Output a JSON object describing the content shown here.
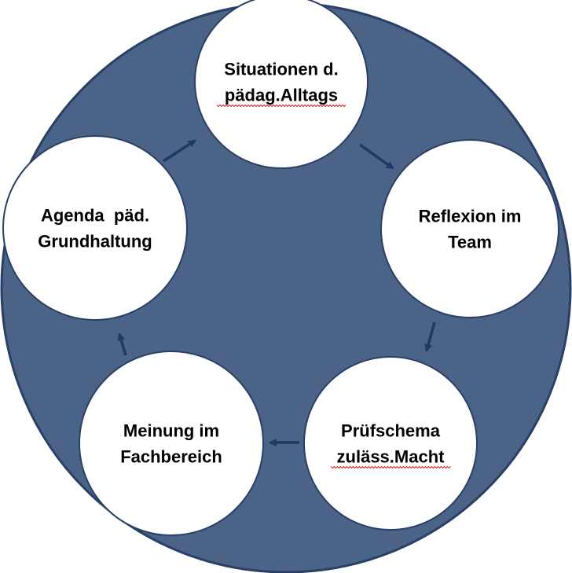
{
  "colors": {
    "outer_fill": "#4c6388",
    "outer_stroke": "#2a3f66",
    "node_fill": "#ffffff",
    "node_stroke": "#2a3f66",
    "arrow": "#1f3864",
    "spellcheck_underline": "#e02020"
  },
  "nodes": [
    {
      "id": "situationen",
      "lines": [
        "Situationen d.",
        "pädag.Alltags"
      ]
    },
    {
      "id": "reflexion",
      "lines": [
        "Reflexion im",
        "Team"
      ]
    },
    {
      "id": "pruefschema",
      "lines": [
        "Prüfschema",
        "zuläss.Macht"
      ]
    },
    {
      "id": "meinung",
      "lines": [
        "Meinung im",
        "Fachbereich"
      ]
    },
    {
      "id": "agenda",
      "lines": [
        "Agenda  päd.",
        "Grundhaltung"
      ]
    }
  ],
  "edges": [
    {
      "from": "situationen",
      "to": "reflexion"
    },
    {
      "from": "reflexion",
      "to": "pruefschema"
    },
    {
      "from": "pruefschema",
      "to": "meinung"
    },
    {
      "from": "meinung",
      "to": "agenda"
    },
    {
      "from": "agenda",
      "to": "situationen"
    }
  ]
}
